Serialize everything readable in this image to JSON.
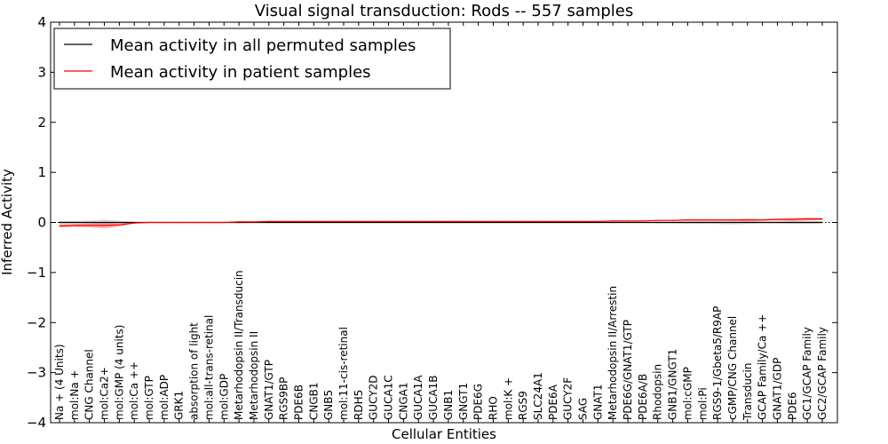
{
  "chart_data": {
    "type": "line",
    "title": "Visual signal transduction: Rods -- 557 samples",
    "xlabel": "Cellular Entities",
    "ylabel": "Inferred Activity",
    "ylim": [
      -4,
      4
    ],
    "yticks": [
      -4,
      -3,
      -2,
      -1,
      0,
      1,
      2,
      3,
      4
    ],
    "ytick_labels": [
      "−4",
      "−3",
      "−2",
      "−1",
      "0",
      "1",
      "2",
      "3",
      "4"
    ],
    "grid": false,
    "legend_position": "top-left",
    "categories": [
      "Na + (4 Units)",
      "mol:Na +",
      "CNG Channel",
      "mol:Ca2+",
      "mol:GMP (4 units)",
      "mol:Ca ++",
      "mol:GTP",
      "mol:ADP",
      "GRK1",
      "absorption of light",
      "mol:all-trans-retinal",
      "mol:GDP",
      "Metarhodopsin II/Transducin",
      "Metarhodopsin II",
      "GNAT1/GTP",
      "RGS9BP",
      "PDE6B",
      "CNGB1",
      "GNB5",
      "mol:11-cis-retinal",
      "RDH5",
      "GUCY2D",
      "GUCA1C",
      "CNGA1",
      "GUCA1A",
      "GUCA1B",
      "GNB1",
      "GNGT1",
      "PDE6G",
      "RHO",
      "mol:K +",
      "RGS9",
      "SLC24A1",
      "PDE6A",
      "GUCY2F",
      "SAG",
      "GNAT1",
      "Metarhodopsin II/Arrestin",
      "PDE6G/GNAT1/GTP",
      "PDE6A/B",
      "Rhodopsin",
      "GNB1/GNGT1",
      "mol:cGMP",
      "mol:Pi",
      "RGS9-1/Gbeta5/R9AP",
      "cGMP/CNG Channel",
      "Transducin",
      "GCAP Family/Ca ++",
      "GNAT1/GDP",
      "PDE6",
      "GC1/GCAP Family",
      "GC2/GCAP Family"
    ],
    "series": [
      {
        "name": "Mean activity in all permuted samples",
        "color": "#000000",
        "values": [
          0.0,
          0.0,
          0.0,
          0.0,
          0.0,
          0.0,
          0.0,
          0.0,
          0.0,
          0.0,
          0.0,
          0.0,
          0.0,
          0.0,
          0.0,
          0.0,
          0.0,
          0.0,
          0.0,
          0.0,
          0.0,
          0.0,
          0.0,
          0.0,
          0.0,
          0.0,
          0.0,
          0.0,
          0.0,
          0.0,
          0.0,
          0.0,
          0.0,
          0.0,
          0.0,
          0.0,
          0.0,
          0.0,
          0.0,
          0.0,
          0.0,
          0.0,
          0.0,
          0.0,
          0.0,
          0.0,
          0.0,
          0.0,
          0.0,
          0.0,
          0.0,
          0.0
        ],
        "band": [
          0.03,
          0.03,
          0.04,
          0.06,
          0.03,
          0.01,
          0.0,
          0.0,
          0.0,
          0.0,
          0.0,
          0.01,
          0.02,
          0.01,
          0.01,
          0.01,
          0.01,
          0.01,
          0.01,
          0.01,
          0.01,
          0.01,
          0.01,
          0.01,
          0.01,
          0.01,
          0.01,
          0.01,
          0.01,
          0.01,
          0.01,
          0.01,
          0.01,
          0.01,
          0.01,
          0.01,
          0.01,
          0.01,
          0.01,
          0.01,
          0.02,
          0.02,
          0.03,
          0.03,
          0.03,
          0.04,
          0.03,
          0.02,
          0.02,
          0.03,
          0.03,
          0.02
        ]
      },
      {
        "name": "Mean activity in patient samples",
        "color": "#ff0000",
        "values": [
          -0.07,
          -0.06,
          -0.06,
          -0.06,
          -0.05,
          -0.01,
          0.0,
          0.0,
          0.0,
          0.0,
          0.0,
          0.0,
          0.01,
          0.01,
          0.02,
          0.02,
          0.02,
          0.02,
          0.02,
          0.02,
          0.02,
          0.02,
          0.02,
          0.02,
          0.02,
          0.02,
          0.02,
          0.02,
          0.02,
          0.02,
          0.02,
          0.02,
          0.02,
          0.02,
          0.02,
          0.02,
          0.02,
          0.03,
          0.03,
          0.03,
          0.04,
          0.04,
          0.05,
          0.05,
          0.05,
          0.05,
          0.05,
          0.05,
          0.06,
          0.06,
          0.07,
          0.07
        ],
        "band": [
          0.03,
          0.03,
          0.04,
          0.06,
          0.03,
          0.01,
          0.0,
          0.0,
          0.0,
          0.0,
          0.0,
          0.0,
          0.02,
          0.01,
          0.0,
          0.0,
          0.0,
          0.0,
          0.0,
          0.0,
          0.0,
          0.0,
          0.0,
          0.0,
          0.0,
          0.0,
          0.0,
          0.0,
          0.0,
          0.0,
          0.0,
          0.0,
          0.0,
          0.0,
          0.0,
          0.0,
          0.0,
          0.01,
          0.01,
          0.01,
          0.01,
          0.01,
          0.02,
          0.02,
          0.02,
          0.02,
          0.03,
          0.02,
          0.02,
          0.03,
          0.03,
          0.02
        ]
      }
    ],
    "reference_line": {
      "y": 0,
      "style": "dotted",
      "color": "#000000"
    }
  }
}
